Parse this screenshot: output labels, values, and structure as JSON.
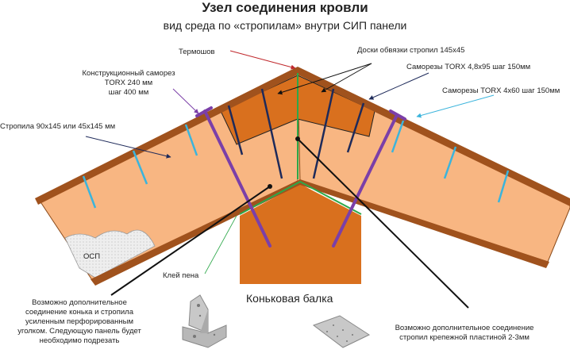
{
  "title": "Узел соединения кровли",
  "subtitle": "вид среда по «стропилам» внутри СИП панели",
  "labels": {
    "thermoseam": "Термошов",
    "boards": "Доски обвязки стропил 145х45",
    "screw_structural": [
      "Конструкционный саморез",
      "TORX 240 мм",
      "шаг 400 мм"
    ],
    "screws_495": "Саморезы TORX 4,8х95 шаг 150мм",
    "screws_460": "Саморезы TORX 4х60 шаг 150мм",
    "rafter": "Стропила 90х145 или 45х145 мм",
    "osb": "ОСП",
    "foam_glue": "Клей пена",
    "ridge_beam": "Коньковая балка",
    "corner_note": [
      "Возможно дополнительное",
      "соединение конька и стропила",
      "усиленным перфорированным",
      "уголком. Следующую панель будет",
      "необходимо подрезать"
    ],
    "plate_note": [
      "Возможно дополнительное соединение",
      "стропил крепежной пластиной 2-3мм"
    ]
  },
  "colors": {
    "panel": "#F8B682",
    "board": "#D9701E",
    "edge": "#A0521D",
    "screw_long": "#7B3FA8",
    "screw_mid": "#1E2A5A",
    "screw_short": "#3BB4DC",
    "glue": "#2DA84A",
    "thermo": "#C0282C"
  }
}
